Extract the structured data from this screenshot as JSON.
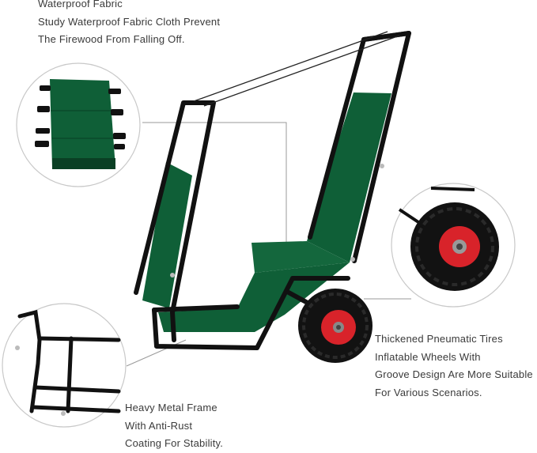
{
  "callouts": {
    "fabric": {
      "lines": [
        "Waterproof Fabric",
        "Study Waterproof Fabric Cloth Prevent",
        "The Firewood From Falling Off."
      ]
    },
    "tires": {
      "lines": [
        "Thickened Pneumatic Tires",
        "Inflatable Wheels With",
        "Groove Design Are More Suitable",
        "For Various Scenarios."
      ]
    },
    "frame": {
      "lines": [
        "Heavy Metal Frame",
        "With Anti-Rust",
        "Coating For Stability."
      ]
    }
  },
  "colors": {
    "fabric": "#0f5f37",
    "frame": "#111111",
    "rim": "#d8232a",
    "leader": "#9a9a9a"
  }
}
